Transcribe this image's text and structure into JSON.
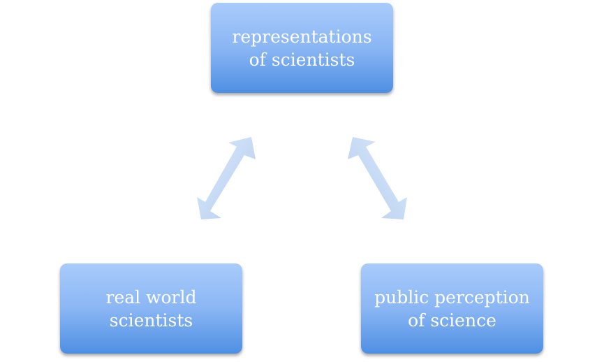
{
  "nodes": {
    "top": {
      "line1": "representations",
      "line2": "of scientists"
    },
    "left": {
      "line1": "real world",
      "line2": "scientists"
    },
    "right": {
      "line1": "public perception",
      "line2": "of science"
    }
  },
  "colors": {
    "node_top": "#a9cbfb",
    "node_bottom": "#4e8fe3",
    "arrow_light": "#dde9fa",
    "arrow_dark": "#b3cdf0",
    "text": "#ffffff"
  }
}
